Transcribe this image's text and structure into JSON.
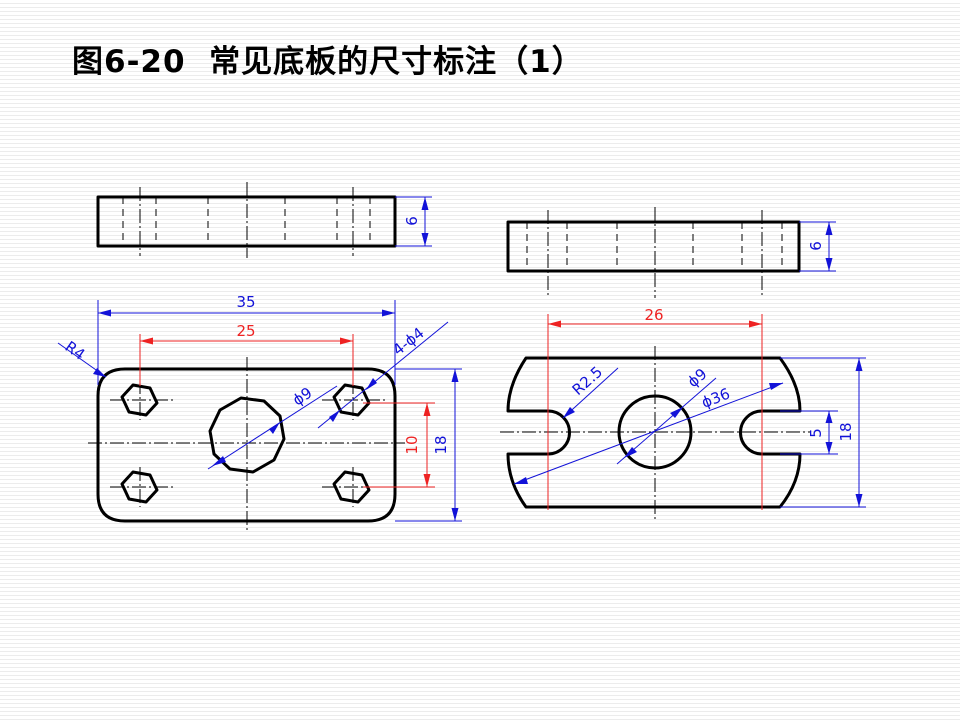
{
  "title": "图6-20  常见底板的尺寸标注（1）",
  "left_view": {
    "top_height": "6",
    "overall_width": "35",
    "hole_spacing": "25",
    "corner_radius": "R4",
    "hole_callout": "4-ϕ4",
    "center_hole": "ϕ9",
    "hole_vertical": "10",
    "overall_height": "18"
  },
  "right_view": {
    "top_height": "6",
    "slot_spacing": "26",
    "slot_radius": "R2.5",
    "center_hole": "ϕ9",
    "outer_circle": "ϕ36",
    "slot_width": "5",
    "overall_height": "18"
  },
  "colors": {
    "outline": "#000000",
    "dimension_blue": "#1212d8",
    "dimension_red": "#ee2222"
  }
}
